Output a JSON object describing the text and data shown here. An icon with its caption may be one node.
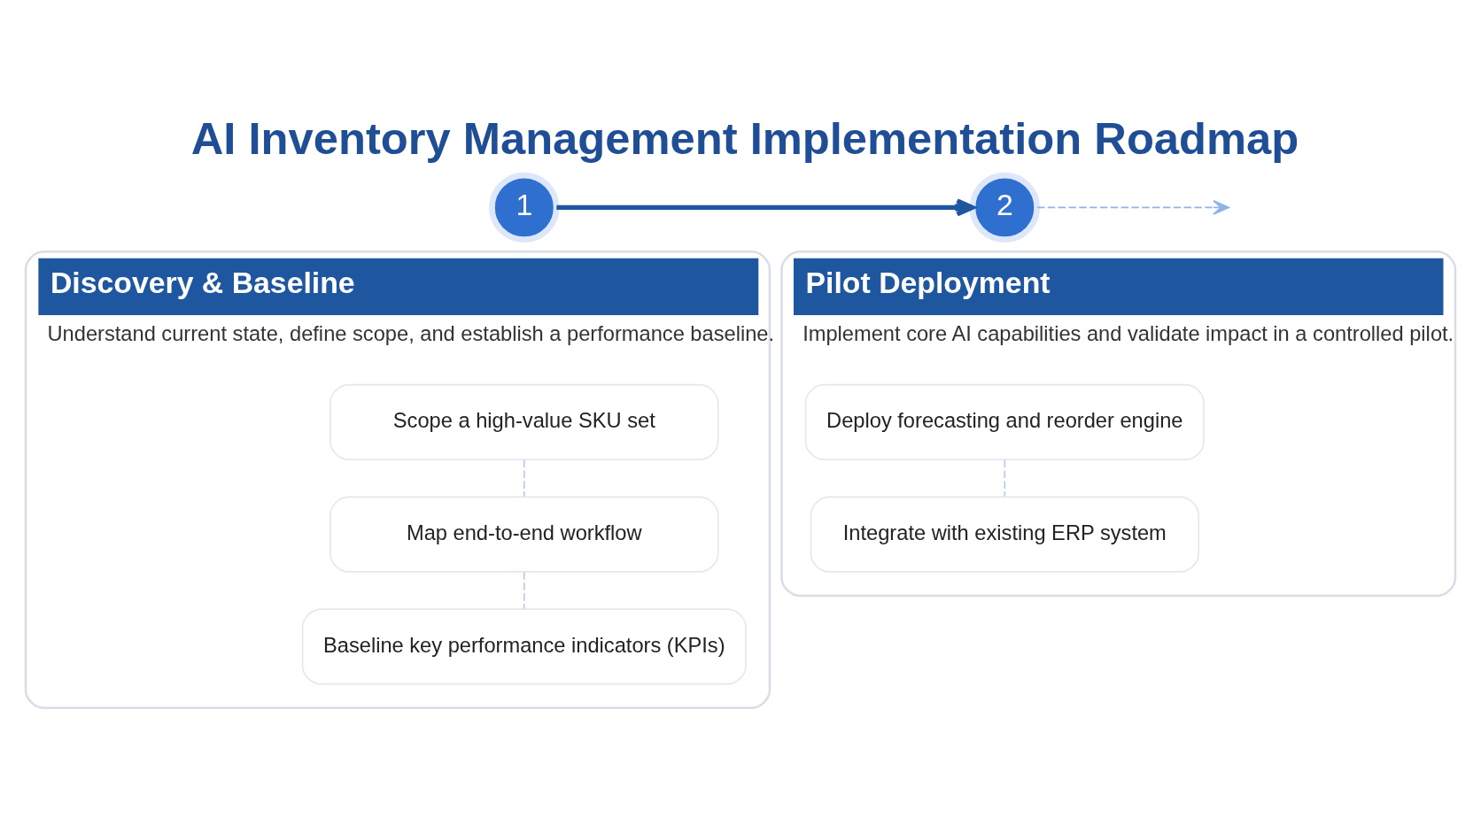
{
  "diagram": {
    "title": "AI Inventory Management Implementation Roadmap",
    "nodes": [
      {
        "text": [
          "1"
        ]
      },
      {
        "text": [
          "2"
        ]
      },
      {
        "text": [
          "Discovery & Baseline",
          "Understand current state, define scope, and establish a performance baseline."
        ]
      },
      {
        "text": [
          "Scope a high-value SKU set"
        ],
        "in": 2
      },
      {
        "text": [
          "Map end-to-end workflow"
        ],
        "in": 2
      },
      {
        "text": [
          "Baseline key performance indicators (KPIs)"
        ],
        "in": 2
      },
      {
        "text": [
          "Pilot Deployment",
          "Implement core AI capabilities and validate impact in a controlled pilot."
        ]
      },
      {
        "text": [
          "Deploy forecasting and reorder engine"
        ],
        "in": 6
      },
      {
        "text": [
          "Integrate with existing ERP system"
        ],
        "in": 6
      }
    ],
    "edges": [
      {
        "from": 0,
        "to": 1,
        "arrow": "to",
        "style": "thick",
        "color": "#1f56a0"
      },
      {
        "from": 1,
        "to": null,
        "arrow": "to",
        "style": "dashed",
        "color": "#8fb4e8"
      },
      {
        "from": 3,
        "to": 4,
        "arrow": "none",
        "style": "dashed",
        "color": "#b8cce6"
      },
      {
        "from": 4,
        "to": 5,
        "arrow": "none",
        "style": "dashed",
        "color": "#b8cce6"
      },
      {
        "from": 7,
        "to": 8,
        "arrow": "none",
        "style": "dashed",
        "color": "#b8cce6"
      }
    ]
  }
}
